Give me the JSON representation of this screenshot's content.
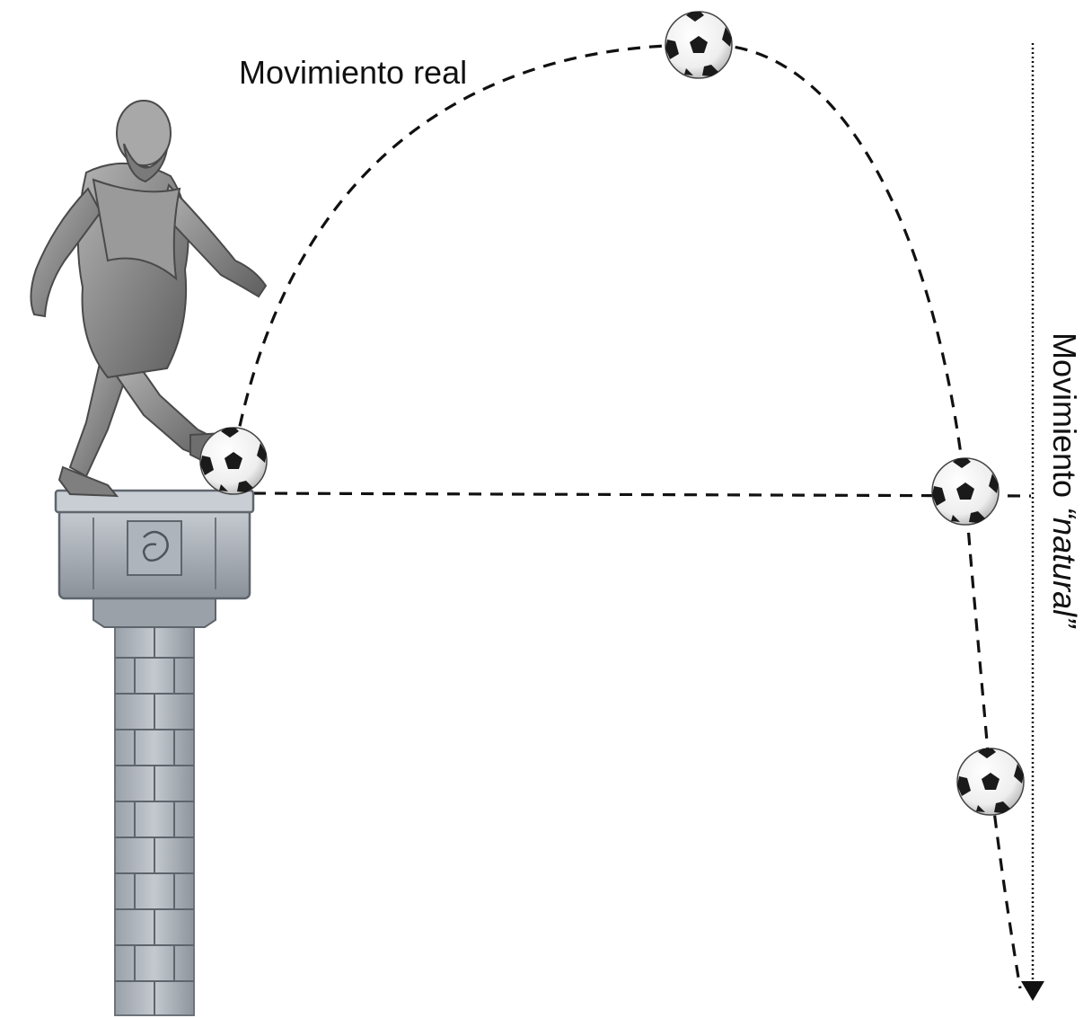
{
  "labels": {
    "real_motion": "Movimiento real",
    "natural_motion_prefix": "Movimiento ",
    "natural_motion_emph": "“natural”"
  },
  "figure": {
    "character": "philosopher statue kicking a ball",
    "pedestal": "stone column",
    "ball_icon": "soccer-ball-icon",
    "ball_count": 4
  },
  "colors": {
    "line": "#111111",
    "stone_light": "#b9bec6",
    "stone_dark": "#7a808a",
    "statue": "#8d8d8d"
  }
}
